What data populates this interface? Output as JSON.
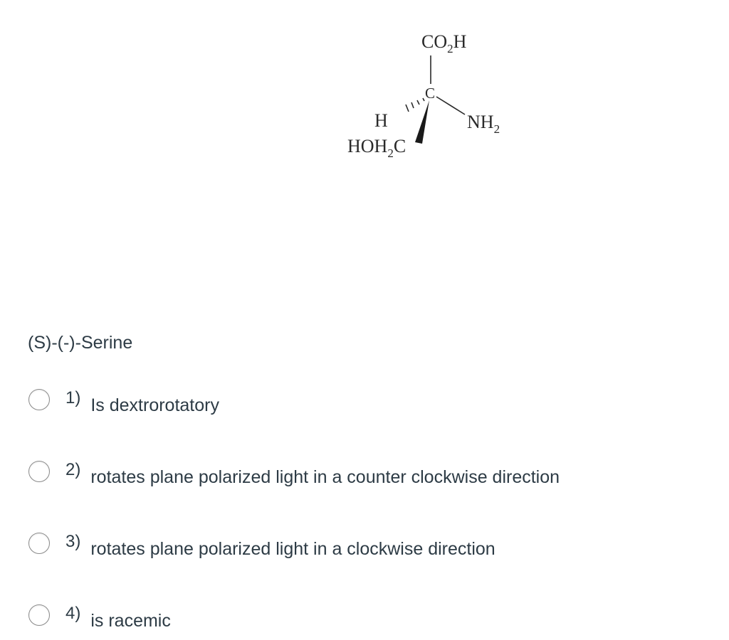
{
  "structure": {
    "top_group_main": "CO",
    "top_group_sub": "2",
    "top_group_end": "H",
    "center_atom": "C",
    "left_atom": "H",
    "right_group_main": "NH",
    "right_group_sub": "2",
    "bottom_group_a": "HOH",
    "bottom_group_sub": "2",
    "bottom_group_b": "C"
  },
  "question": {
    "text": "(S)-(-)-Serine"
  },
  "answers": [
    {
      "number": "1)",
      "text": "Is dextrorotatory",
      "selected": false
    },
    {
      "number": "2)",
      "text": "rotates plane polarized light in a counter clockwise direction",
      "selected": false
    },
    {
      "number": "3)",
      "text": "rotates plane polarized light in a clockwise direction",
      "selected": false
    },
    {
      "number": "4)",
      "text": "is racemic",
      "selected": false
    }
  ]
}
